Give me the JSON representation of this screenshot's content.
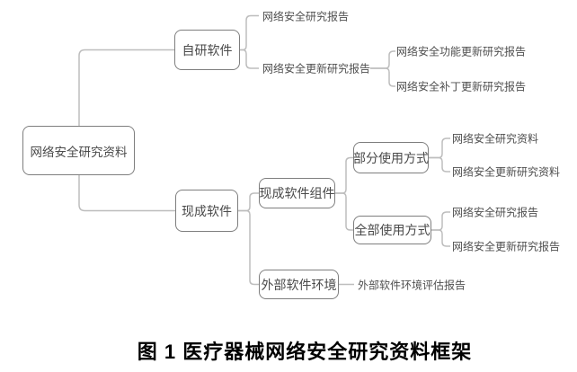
{
  "figure": {
    "caption": "图 1 医疗器械网络安全研究资料框架",
    "colors": {
      "connector_line": "#bdbdbd",
      "node_border": "#7e7e7e",
      "node_text": "#4a4a4a",
      "leaf_text": "#4f4f4f",
      "caption_text": "#000000",
      "background": "#ffffff"
    },
    "tree": {
      "label": "网络安全研究资料",
      "children": [
        {
          "label": "自研软件",
          "children": [
            {
              "label": "网络安全研究报告"
            },
            {
              "label": "网络安全更新研究报告",
              "children": [
                {
                  "label": "网络安全功能更新研究报告"
                },
                {
                  "label": "网络安全补丁更新研究报告"
                }
              ]
            }
          ]
        },
        {
          "label": "现成软件",
          "children": [
            {
              "label": "现成软件组件",
              "children": [
                {
                  "label": "部分使用方式",
                  "children": [
                    {
                      "label": "网络安全研究资料"
                    },
                    {
                      "label": "网络安全更新研究资料"
                    }
                  ]
                },
                {
                  "label": "全部使用方式",
                  "children": [
                    {
                      "label": "网络安全研究报告"
                    },
                    {
                      "label": "网络安全更新研究报告"
                    }
                  ]
                }
              ]
            },
            {
              "label": "外部软件环境",
              "children": [
                {
                  "label": "外部软件环境评估报告"
                }
              ]
            }
          ]
        }
      ]
    }
  }
}
